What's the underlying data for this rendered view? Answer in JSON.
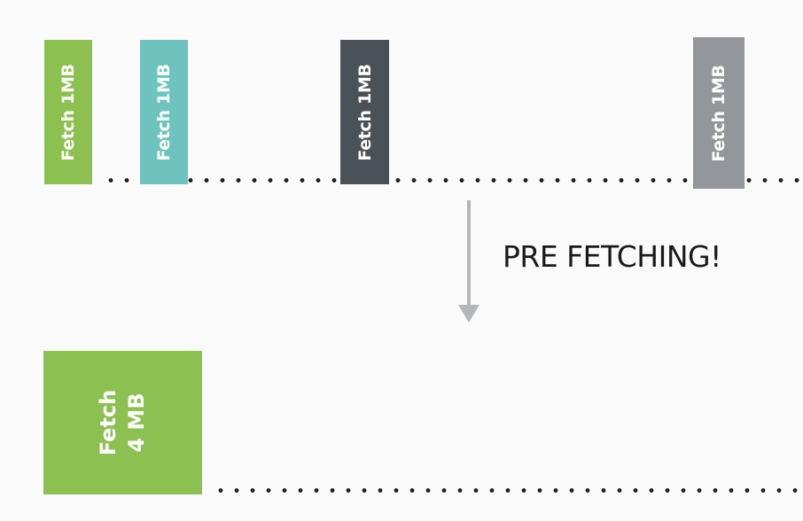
{
  "diagram": {
    "top_row": {
      "blocks": [
        {
          "label": "Fetch 1MB",
          "color": "#8cc152"
        },
        {
          "label": "Fetch 1MB",
          "color": "#6ec3bf"
        },
        {
          "label": "Fetch 1MB",
          "color": "#4b5257"
        },
        {
          "label": "Fetch 1MB",
          "color": "#93979b"
        }
      ]
    },
    "transition": {
      "caption": "PRE FETCHING!",
      "arrow_color": "#b3b5b8"
    },
    "bottom_row": {
      "block": {
        "label_line1": "Fetch",
        "label_line2": "4 MB",
        "color": "#8cc152"
      }
    }
  }
}
